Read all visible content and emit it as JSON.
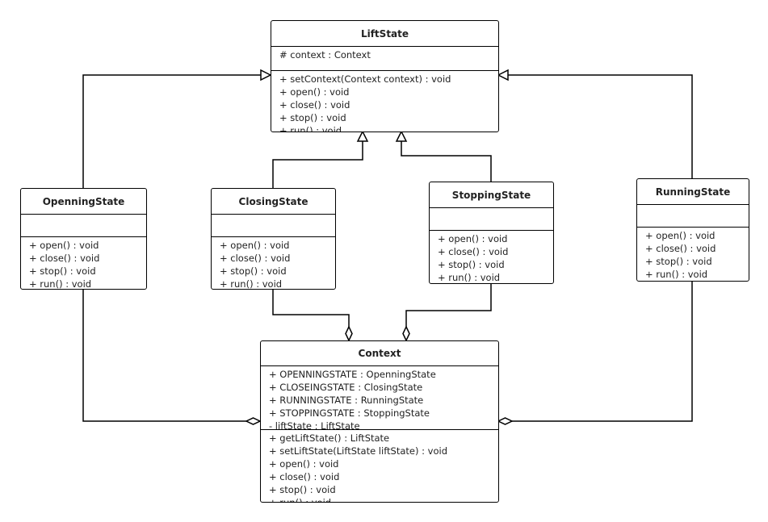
{
  "classes": {
    "liftstate": {
      "name": "LiftState",
      "attributes": [
        "# context : Context"
      ],
      "methods": [
        "+ setContext(Context context) : void",
        "+ open() : void",
        "+ close() : void",
        "+ stop() : void",
        "+ run() : void"
      ]
    },
    "openning": {
      "name": "OpenningState",
      "attributes": [],
      "methods": [
        "+ open() : void",
        "+ close() : void",
        "+ stop() : void",
        "+ run() : void"
      ]
    },
    "closing": {
      "name": "ClosingState",
      "attributes": [],
      "methods": [
        "+ open() : void",
        "+ close() : void",
        "+ stop() : void",
        "+ run() : void"
      ]
    },
    "stopping": {
      "name": "StoppingState",
      "attributes": [],
      "methods": [
        "+ open() : void",
        "+ close() : void",
        "+ stop() : void",
        "+ run() : void"
      ]
    },
    "running": {
      "name": "RunningState",
      "attributes": [],
      "methods": [
        "+ open() : void",
        "+ close() : void",
        "+ stop() : void",
        "+ run() : void"
      ]
    },
    "context": {
      "name": "Context",
      "attributes": [
        "+ OPENNINGSTATE : OpenningState",
        "+ CLOSEINGSTATE : ClosingState",
        "+ RUNNINGSTATE : RunningState",
        "+ STOPPINGSTATE : StoppingState",
        "- liftState : LiftState"
      ],
      "methods": [
        "+ getLiftState() : LiftState",
        "+ setLiftState(LiftState liftState) : void",
        "+ open() : void",
        "+ close() : void",
        "+ stop() : void",
        "+ run() : void"
      ]
    }
  },
  "relations": [
    {
      "type": "generalization",
      "from": "OpenningState",
      "to": "LiftState"
    },
    {
      "type": "generalization",
      "from": "ClosingState",
      "to": "LiftState"
    },
    {
      "type": "generalization",
      "from": "StoppingState",
      "to": "LiftState"
    },
    {
      "type": "generalization",
      "from": "RunningState",
      "to": "LiftState"
    },
    {
      "type": "aggregation",
      "from": "OpenningState",
      "to": "Context"
    },
    {
      "type": "aggregation",
      "from": "ClosingState",
      "to": "Context"
    },
    {
      "type": "aggregation",
      "from": "StoppingState",
      "to": "Context"
    },
    {
      "type": "aggregation",
      "from": "RunningState",
      "to": "Context"
    }
  ]
}
